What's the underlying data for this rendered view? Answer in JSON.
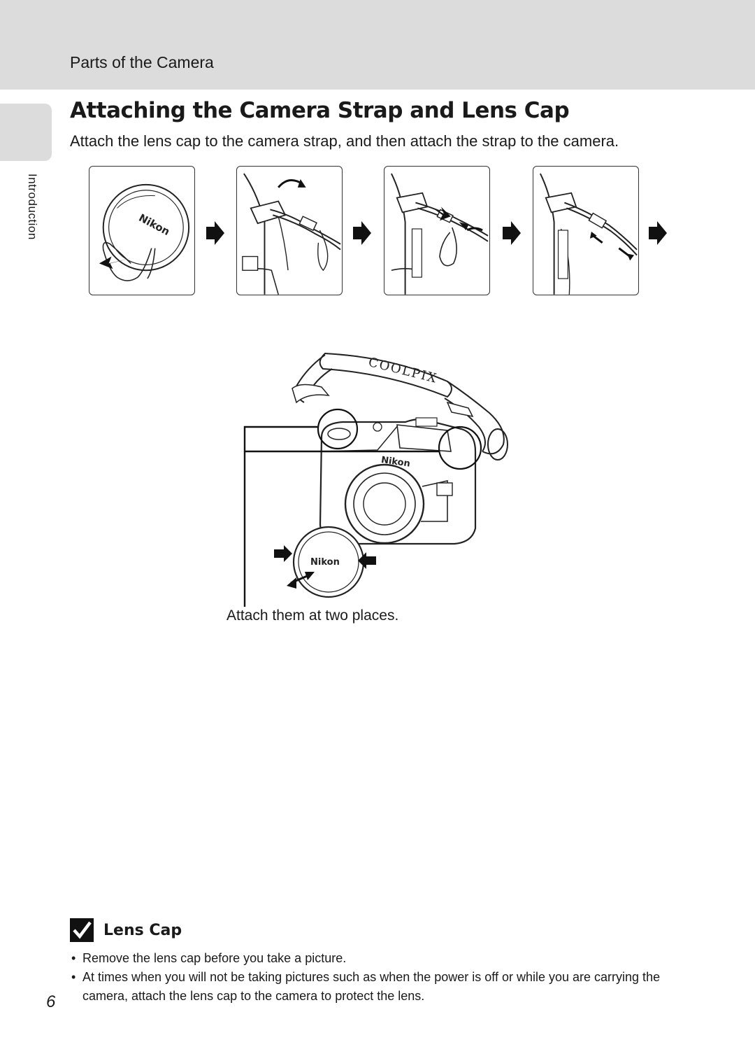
{
  "header": {
    "section": "Parts of the Camera"
  },
  "side_tab": {
    "label": "Introduction"
  },
  "heading": "Attaching the Camera Strap and Lens Cap",
  "intro": "Attach the lens cap to the camera strap, and then attach the strap to the camera.",
  "steps": [
    {
      "brand": "Nikon"
    },
    {},
    {},
    {}
  ],
  "figure": {
    "strap_text": "COOLPIX",
    "camera_brand": "Nikon",
    "cap_brand": "Nikon",
    "caption": "Attach them at two places."
  },
  "note": {
    "title": "Lens Cap",
    "items": [
      "Remove the lens cap before you take a picture.",
      "At times when you will not be taking pictures such as when the power is off or while you are carrying the camera, attach the lens cap to the camera to protect the lens."
    ]
  },
  "page_number": "6"
}
